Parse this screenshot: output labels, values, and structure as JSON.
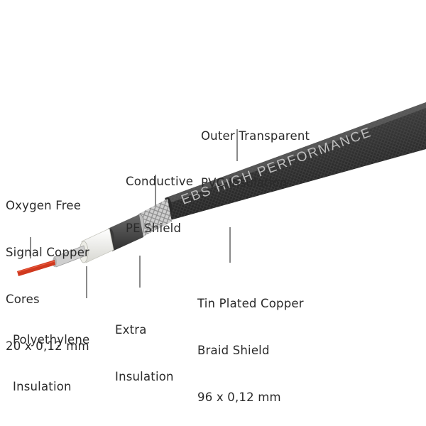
{
  "labels": {
    "outer": {
      "line1": "Outer Transparent",
      "line2": "PVC Insulation"
    },
    "pe_shield": {
      "line1": "Conductive",
      "line2": "PE Shield"
    },
    "oxygen": {
      "line1": "Oxygen Free",
      "line2": "Signal Copper",
      "line3": "Cores",
      "line4": "20 x 0,12 mm"
    },
    "tin": {
      "line1": "Tin Plated Copper",
      "line2": "Braid Shield",
      "line3": "96 x 0,12 mm"
    },
    "extra": {
      "line1": "Extra",
      "line2": "Insulation"
    },
    "poly": {
      "line1": "Polyethylene",
      "line2": "Insulation"
    }
  },
  "jacket_print": "EBS HIGH PERFORMANCE",
  "colors": {
    "jacket": "#3c3c3c",
    "braid": "#c9c9c9",
    "pe_shield": "#4a4a4a",
    "insulation": "#f2f2ee",
    "copper": "#d0391f",
    "text": "#2a2a2a",
    "leader": "#8a8a8a"
  }
}
